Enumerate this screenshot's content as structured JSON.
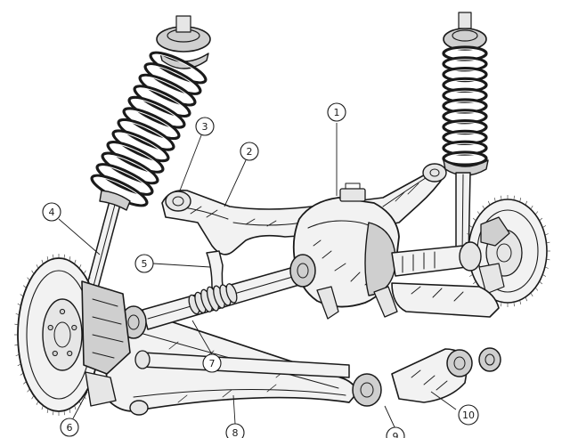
{
  "figure": {
    "background": "#ffffff",
    "ink": "#1a1a1a",
    "callouts": [
      {
        "id": "callout-1",
        "label": "1"
      },
      {
        "id": "callout-2",
        "label": "2"
      },
      {
        "id": "callout-3",
        "label": "3"
      },
      {
        "id": "callout-4",
        "label": "4"
      },
      {
        "id": "callout-5",
        "label": "5"
      },
      {
        "id": "callout-6",
        "label": "6"
      },
      {
        "id": "callout-7",
        "label": "7"
      },
      {
        "id": "callout-8",
        "label": "8"
      },
      {
        "id": "callout-9",
        "label": "9"
      },
      {
        "id": "callout-10",
        "label": "10"
      }
    ]
  }
}
